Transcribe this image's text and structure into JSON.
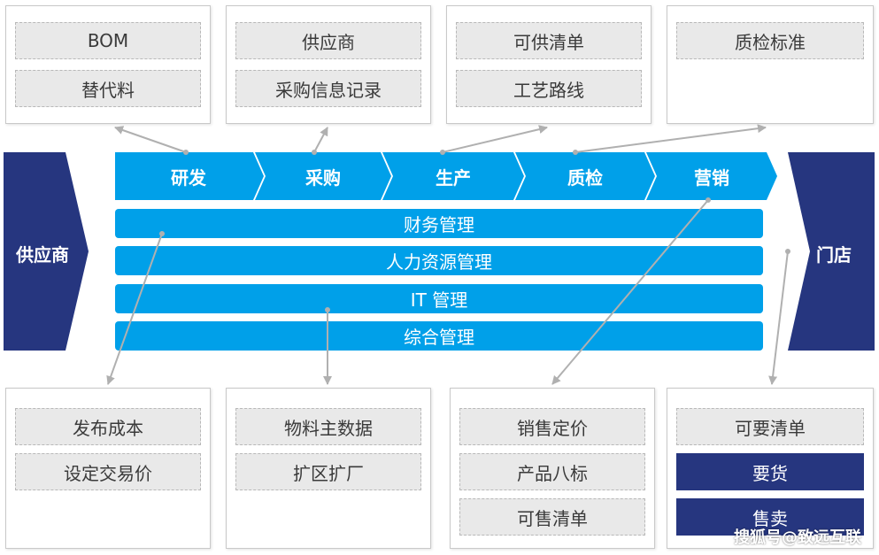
{
  "top_panels": [
    {
      "items": [
        "BOM",
        "替代料"
      ]
    },
    {
      "items": [
        "供应商",
        "采购信息记录"
      ]
    },
    {
      "items": [
        "可供清单",
        "工艺路线"
      ]
    },
    {
      "items": [
        "质检标准"
      ]
    }
  ],
  "process_steps": [
    "研发",
    "采购",
    "生产",
    "质检",
    "营销"
  ],
  "bars": [
    "财务管理",
    "人力资源管理",
    "IT 管理",
    "综合管理"
  ],
  "left_side": "供应商",
  "right_side": "门店",
  "bottom_panels": [
    {
      "items": [
        "发布成本",
        "设定交易价"
      ]
    },
    {
      "items": [
        "物料主数据",
        "扩区扩厂"
      ]
    },
    {
      "items": [
        "销售定价",
        "产品八标",
        "可售清单"
      ]
    },
    {
      "items": [
        "可要清单",
        "要货",
        "售卖"
      ]
    }
  ],
  "watermark": "搜狐号@致远互联",
  "colors": {
    "process_blue": "#00a0e9",
    "navy": "#26367f",
    "chip_gray": "#e9e9e9",
    "arrow_gray": "#b0b0b0"
  }
}
